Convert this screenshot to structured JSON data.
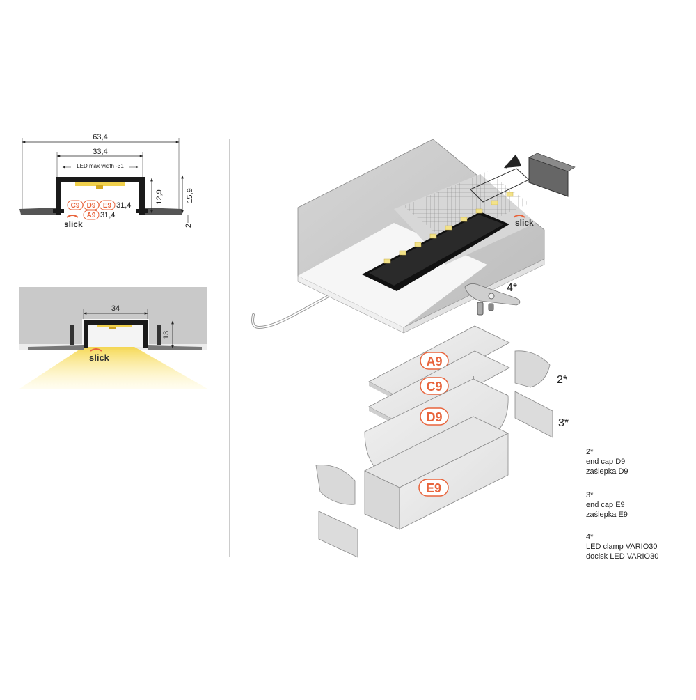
{
  "cross_section": {
    "dim_total_width": "63,4",
    "dim_inner_width": "33,4",
    "dim_led_max": "LED max width -31",
    "dim_height": "12,9",
    "dim_total_height": "15,9",
    "dim_flange": "2",
    "cover_heights_a": "31,4",
    "cover_heights_b": "31,4",
    "badges": [
      "C9",
      "D9",
      "E9",
      "A9"
    ],
    "brand": "slick"
  },
  "install_view": {
    "dim_width": "34",
    "dim_height": "13",
    "brand": "slick"
  },
  "exploded": {
    "brand": "slick",
    "covers": [
      "A9",
      "C9",
      "D9",
      "E9"
    ],
    "markers": [
      "4*",
      "2*",
      "3*"
    ]
  },
  "notes": [
    {
      "marker": "2*",
      "line1": "end cap D9",
      "line2": "zaślepka D9"
    },
    {
      "marker": "3*",
      "line1": "end cap E9",
      "line2": "zaślepka E9"
    },
    {
      "marker": "4*",
      "line1": "LED clamp VARIO30",
      "line2": "docisk LED VARIO30"
    }
  ],
  "colors": {
    "accent": "#e8643c",
    "profile": "#1a1a1a",
    "wall": "#c9c9c9",
    "light": "#f5d84a"
  }
}
